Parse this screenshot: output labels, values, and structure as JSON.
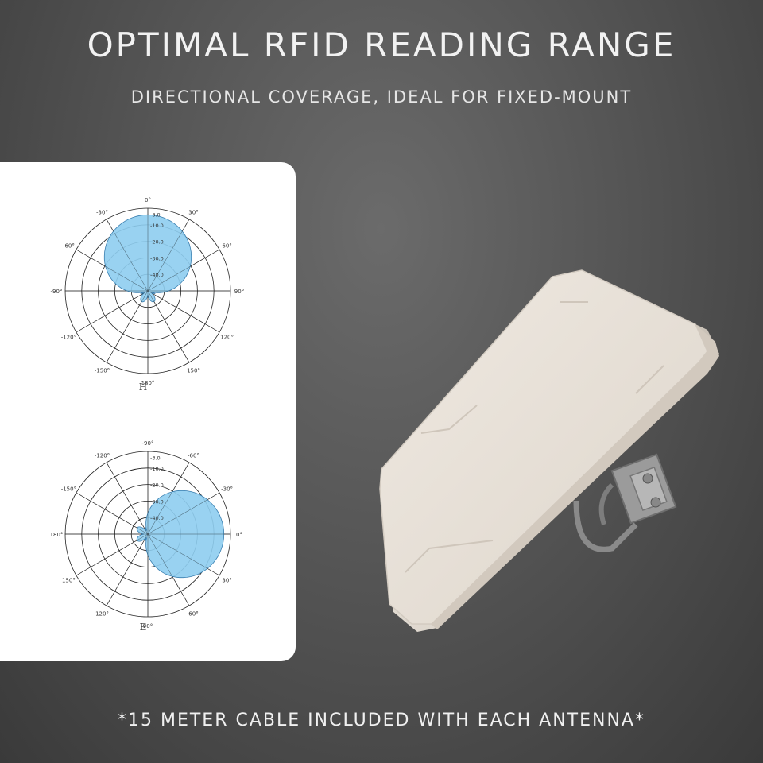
{
  "header": {
    "title": "OPTIMAL RFID READING RANGE",
    "subtitle": "DIRECTIONAL COVERAGE, IDEAL FOR FIXED-MOUNT"
  },
  "footer": {
    "note": "*15 METER CABLE INCLUDED WITH EACH ANTENNA*"
  },
  "plots": {
    "h": {
      "label": "H",
      "angle_labels": [
        "0°",
        "30°",
        "60°",
        "90°",
        "120°",
        "150°",
        "180°",
        "-150°",
        "-120°",
        "-90°",
        "-60°",
        "-30°"
      ],
      "ring_labels": [
        "-3.0",
        "-10.0",
        "-20.0",
        "-30.0",
        "-40.0"
      ]
    },
    "e": {
      "label": "E",
      "angle_labels": [
        "-90°",
        "-60°",
        "-30°",
        "0°",
        "30°",
        "60°",
        "90°",
        "120°",
        "150°",
        "180°",
        "-150°",
        "-120°"
      ],
      "ring_labels": [
        "-3.0",
        "-10.0",
        "-20.0",
        "-30.0",
        "-40.0"
      ]
    }
  },
  "colors": {
    "lobe_fill": "#8ecdf0",
    "lobe_stroke": "#3a7fb0",
    "grid": "#222222"
  }
}
